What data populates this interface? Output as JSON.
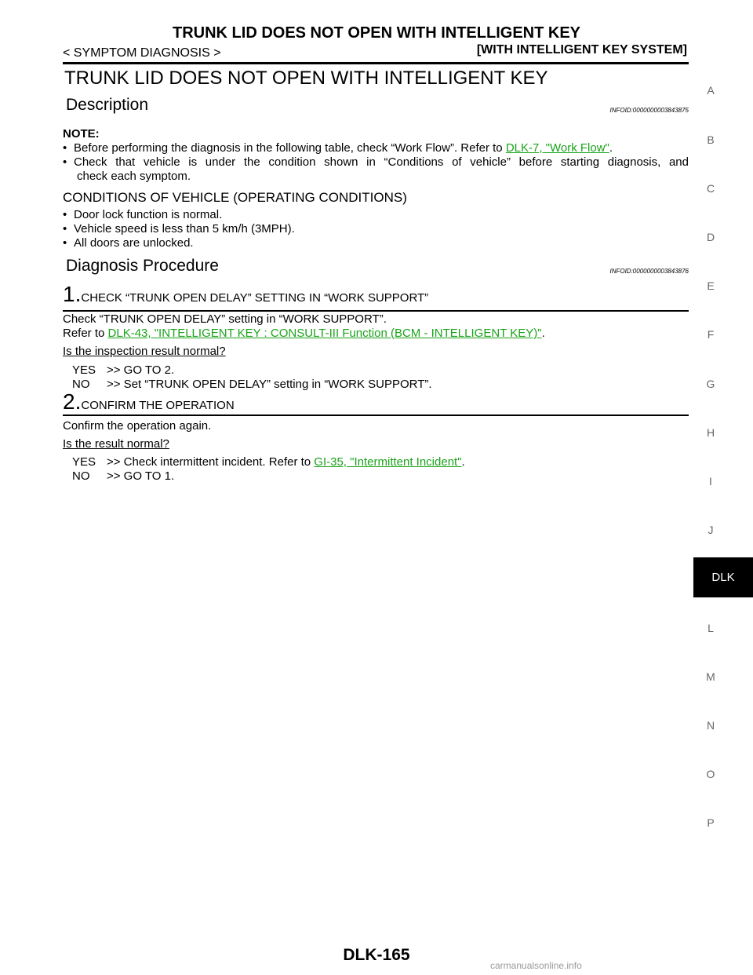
{
  "header": {
    "title": "TRUNK LID DOES NOT OPEN WITH INTELLIGENT KEY",
    "left": "< SYMPTOM DIAGNOSIS >",
    "right": "[WITH INTELLIGENT KEY SYSTEM]"
  },
  "main_title": "TRUNK LID DOES NOT OPEN WITH INTELLIGENT KEY",
  "description": {
    "heading": "Description",
    "infoid": "INFOID:0000000003843875",
    "note_label": "NOTE:",
    "bullet1_text": "Before performing the diagnosis in the following table, check “Work Flow”. Refer to ",
    "bullet1_link": "DLK-7, \"Work Flow\"",
    "bullet1_end": ".",
    "bullet2_line1": "Check that vehicle is under the condition shown in “Conditions of vehicle” before starting diagnosis, and",
    "bullet2_line2": "check each symptom.",
    "conditions_heading": "CONDITIONS OF VEHICLE (OPERATING CONDITIONS)",
    "conditions": [
      "Door lock function is normal.",
      "Vehicle speed is less than 5 km/h (3MPH).",
      "All doors are unlocked."
    ]
  },
  "procedure": {
    "heading": "Diagnosis Procedure",
    "infoid": "INFOID:0000000003843876",
    "step1": {
      "num": "1.",
      "title": "CHECK “TRUNK OPEN DELAY” SETTING IN “WORK SUPPORT”",
      "line1": "Check “TRUNK OPEN DELAY” setting in “WORK SUPPORT”.",
      "refer": "Refer to ",
      "link": "DLK-43, \"INTELLIGENT KEY : CONSULT-III Function (BCM - INTELLIGENT KEY)\"",
      "end": ".",
      "question": "Is the inspection result normal?",
      "yes_label": "YES",
      "yes_text": ">> GO TO 2.",
      "no_label": "NO",
      "no_text": ">> Set “TRUNK OPEN DELAY” setting in “WORK SUPPORT”."
    },
    "step2": {
      "num": "2.",
      "title": "CONFIRM THE OPERATION",
      "line1": "Confirm the operation again.",
      "question": "Is the result normal?",
      "yes_label": "YES",
      "yes_text": ">> Check intermittent incident. Refer to ",
      "yes_link": "GI-35, \"Intermittent Incident\"",
      "yes_end": ".",
      "no_label": "NO",
      "no_text": ">> GO TO 1."
    }
  },
  "side_index": [
    "A",
    "B",
    "C",
    "D",
    "E",
    "F",
    "G",
    "H",
    "I",
    "J",
    "L",
    "M",
    "N",
    "O",
    "P"
  ],
  "side_tab": "DLK",
  "footer": "DLK-165",
  "watermark": "carmanualsonline.info",
  "colors": {
    "link": "#1aa31a",
    "tab_bg": "#000000",
    "side_letters": "#666666"
  }
}
